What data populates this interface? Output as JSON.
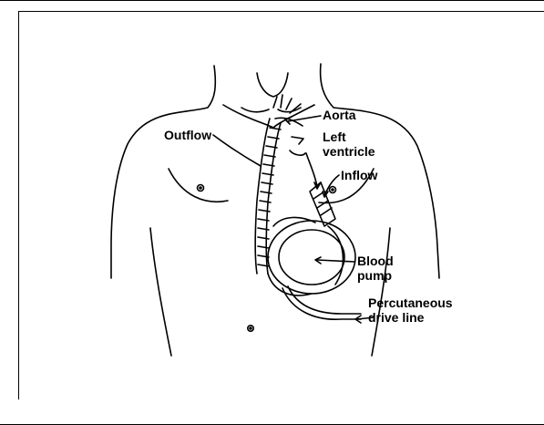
{
  "figure": {
    "labels": {
      "aorta": "Aorta",
      "outflow": "Outflow",
      "left_ventricle_line1": "Left",
      "left_ventricle_line2": "ventricle",
      "inflow": "Inflow",
      "blood_pump_line1": "Blood",
      "blood_pump_line2": "pump",
      "drive_line_line1": "Percutaneous",
      "drive_line_line2": "drive line"
    }
  }
}
